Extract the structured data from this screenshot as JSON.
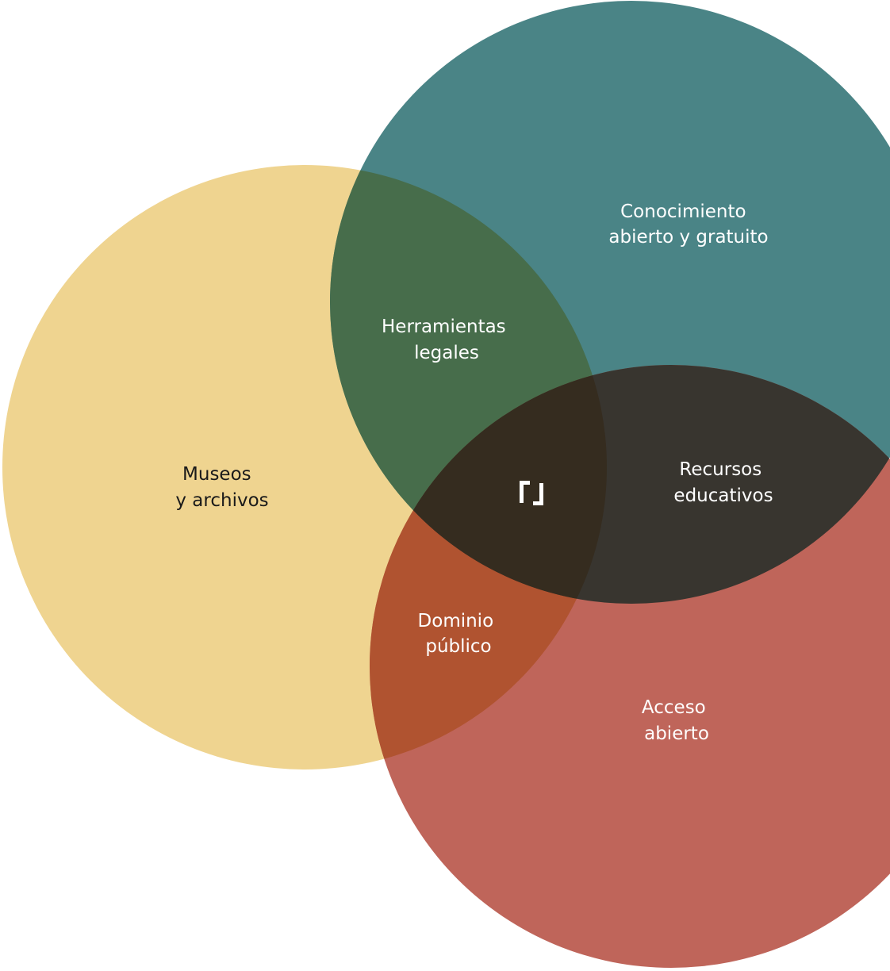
{
  "colors": {
    "museos": "#EFD490",
    "conocimiento": "#4A8486",
    "acceso": "#BF655A",
    "herramientas": "#476D4B",
    "dominio": "#B05330",
    "recursos": "#38352F",
    "center": "#352C1F",
    "text_light": "#FFFFFF",
    "text_dark": "#1A1A1A"
  },
  "sets": {
    "museos": {
      "line1": "Museos",
      "line2": "y archivos"
    },
    "conocimiento": {
      "line1": "Conocimiento",
      "line2": "abierto y gratuito"
    },
    "acceso": {
      "line1": "Acceso",
      "line2": "abierto"
    }
  },
  "intersections": {
    "herramientas": {
      "line1": "Herramientas",
      "line2": "legales"
    },
    "dominio": {
      "line1": "Dominio",
      "line2": "público"
    },
    "recursos": {
      "line1": "Recursos",
      "line2": "educativos"
    }
  },
  "center_icon": "bracket-logo-icon"
}
